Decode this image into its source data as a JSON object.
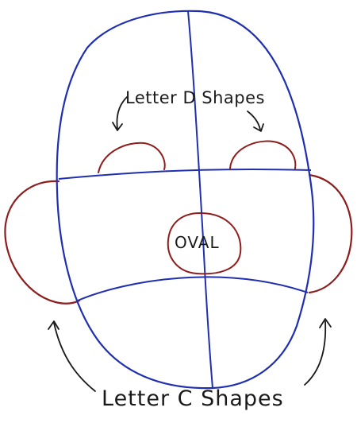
{
  "labels": {
    "letter_d_shapes": "Letter D Shapes",
    "oval": "OVAL",
    "letter_c_shapes": "Letter C Shapes"
  },
  "colors": {
    "guide_lines": "#1f2fb0",
    "shapes": "#8e1d1d",
    "annotation_ink": "#1a1a1a",
    "background": "#ffffff"
  }
}
